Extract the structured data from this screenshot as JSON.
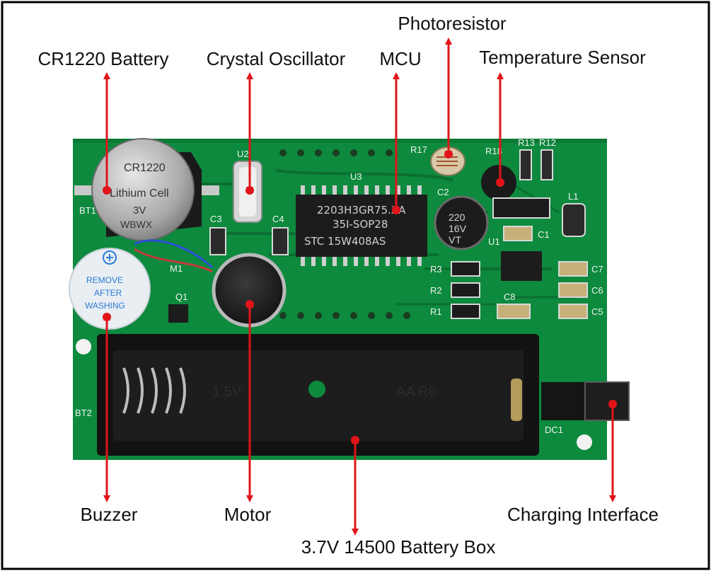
{
  "labels": {
    "photoresistor": "Photoresistor",
    "cr1220": "CR1220 Battery",
    "crystal": "Crystal Oscillator",
    "mcu": "MCU",
    "temp": "Temperature Sensor",
    "buzzer": "Buzzer",
    "motor": "Motor",
    "charging": "Charging Interface",
    "battery_box": "3.7V 14500 Battery Box"
  },
  "board_markings": {
    "bt1": "BT1",
    "bt2": "BT2",
    "u2": "U2",
    "u3": "U3",
    "u1": "U1",
    "c2": "C2",
    "c3": "C3",
    "c4": "C4",
    "c1": "C1",
    "c5": "C5",
    "c6": "C6",
    "c7": "C7",
    "c8": "C8",
    "r1": "R1",
    "r2": "R2",
    "r3": "R3",
    "r12": "R12",
    "r13": "R13",
    "r17": "R17",
    "r18": "R18",
    "l1": "L1",
    "m1": "M1",
    "q1": "Q1",
    "dc1": "DC1",
    "coin_cell_1": "CR1220",
    "coin_cell_2": "Lithium Cell",
    "coin_cell_3": "3V",
    "coin_cell_4": "WBWX",
    "mcu_line_1": "STC 15W408AS",
    "mcu_line_2": "35I-SOP28",
    "mcu_line_3": "2203H3GR75.XA",
    "cap_1": "220",
    "cap_2": "16V",
    "cap_3": "VT",
    "buzzer_1": "REMOVE",
    "buzzer_2": "AFTER",
    "buzzer_3": "WASHING",
    "holder_text": "1.5V",
    "holder_text_2": "AA  R6"
  },
  "colors": {
    "pcb": "#0d8a3d",
    "pcb_dark": "#0a6f31",
    "arrow": "#e0141a",
    "holder": "#121212",
    "chip": "#1c1c1c"
  }
}
